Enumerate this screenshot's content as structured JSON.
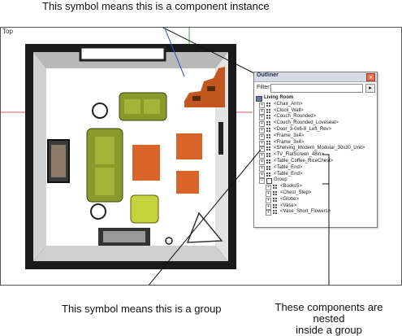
{
  "callouts": {
    "top": "This symbol means this is a component instance",
    "group": "This symbol means this is a group",
    "nested_line1": "These components are nested",
    "nested_line2": "inside a group"
  },
  "viewport": {
    "label": "Top"
  },
  "outliner": {
    "title": "Outliner",
    "filter_label": "Filter:",
    "filter_value": "",
    "root": "Living Room",
    "items": [
      "<Chair_Arm>",
      "<Clock_Wall>",
      "<Couch_Rounded>",
      "<Couch_Rounded_Loveseat>",
      "<Door_3-0x6-8_Left_Rev>",
      "<Frame_3x4>",
      "<Frame_3x4>",
      "<Shelving_Modern_Modular_30x30_Unit>",
      "<TV_FlatScreen_48in>",
      "<Table_Coffee_RiceChest>",
      "<Table_End>",
      "<Table_End>"
    ],
    "group_label": "Group",
    "group_children": [
      "<Books5>",
      "<Chest_Step>",
      "<Globe>",
      "<Vase>",
      "<Vase_Short_Flowers>"
    ]
  },
  "colors": {
    "floor": "#ffffff",
    "wall": "#000000",
    "couch": "#8a9a2a",
    "table": "#d8642a",
    "rug": "#8a8a8a",
    "axis_green": "#3fa63f",
    "axis_red": "#e05050",
    "outliner_title_bg": "#d7dbe6"
  }
}
